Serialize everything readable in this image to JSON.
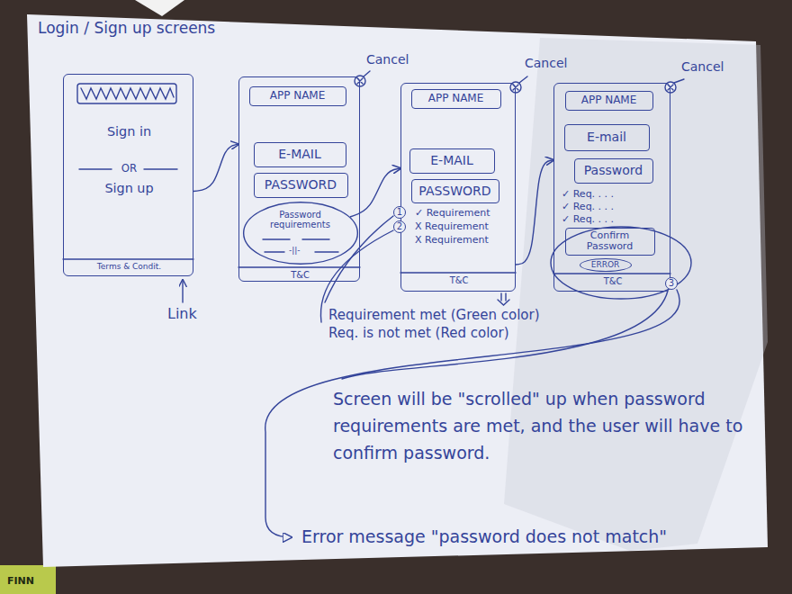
{
  "diagram": {
    "title": "Login / Sign up screens",
    "nodes": [
      {
        "text": [
          "Sign in",
          "OR",
          "Sign up",
          "Terms & Condit."
        ]
      },
      {
        "text": [
          "T&C"
        ]
      },
      {
        "text": [
          "APP NAME"
        ],
        "in": 1
      },
      {
        "text": [
          "E-MAIL"
        ],
        "in": 1
      },
      {
        "text": [
          "PASSWORD"
        ],
        "in": 1
      },
      {
        "text": [
          "Password requirements"
        ],
        "in": 1
      },
      {
        "text": [
          "✓ Requirement",
          "X Requirement",
          "X Requirement",
          "T&C"
        ]
      },
      {
        "text": [
          "APP NAME"
        ],
        "in": 6
      },
      {
        "text": [
          "E-MAIL"
        ],
        "in": 6
      },
      {
        "text": [
          "PASSWORD"
        ],
        "in": 6
      },
      {
        "text": [
          "✓ Req. . . .",
          "✓ Req. . . .",
          "✓ Req. . . .",
          "T&C"
        ]
      },
      {
        "text": [
          "APP NAME"
        ],
        "in": 10
      },
      {
        "text": [
          "E-mail"
        ],
        "in": 10
      },
      {
        "text": [
          "Password"
        ],
        "in": 10
      },
      {
        "text": [
          "Confirm Password"
        ],
        "in": 10
      },
      {
        "text": [
          "ERROR"
        ],
        "in": 10
      }
    ],
    "edges": [
      {
        "from": 0,
        "to": 1,
        "arrow": "to"
      },
      {
        "from": 5,
        "to": 6,
        "arrow": "to"
      },
      {
        "from": 6,
        "to": 10,
        "arrow": "to"
      }
    ],
    "labels": [
      "Cancel",
      "Cancel",
      "Cancel",
      "Link",
      "-||-",
      "1",
      "2",
      "3",
      "Requirement met (Green color)",
      "Req. is not met (Red color)",
      "Screen will be \"scrolled\" up when password requirements are met, and the user will have to confirm password.",
      "Error message \"password does not match\"",
      "FINN"
    ]
  }
}
